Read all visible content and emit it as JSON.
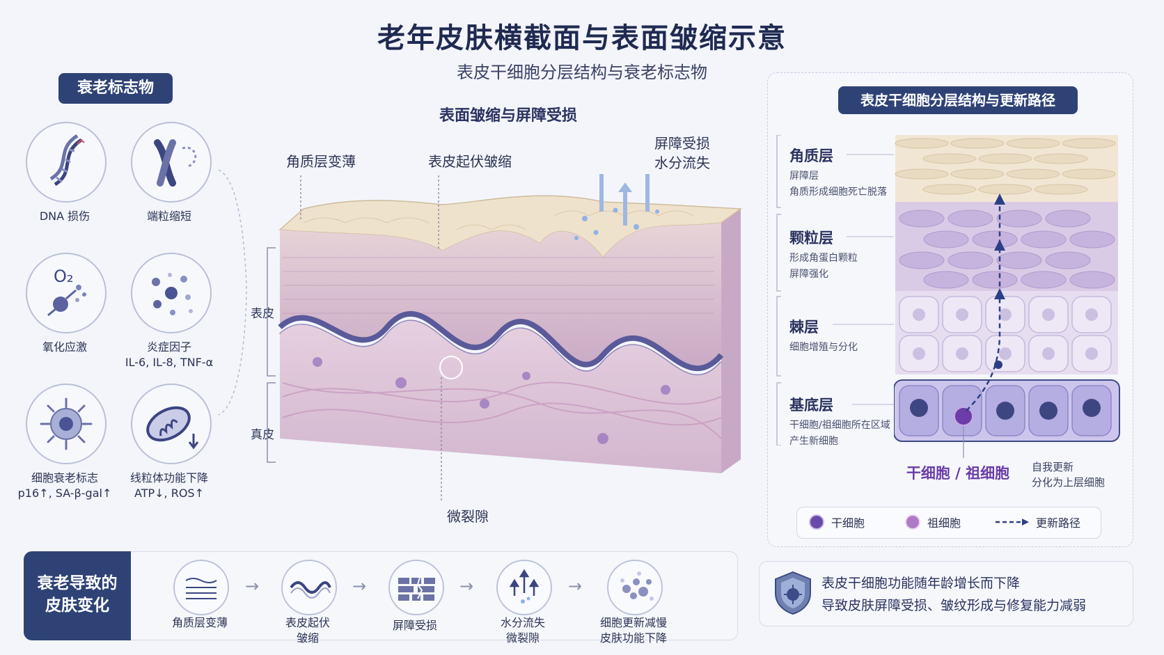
{
  "title": "老年皮肤横截面与表面皱缩示意",
  "subtitle": "表皮干细胞分层结构与衰老标志物",
  "markers": {
    "heading": "衰老标志物",
    "items": [
      {
        "label": "DNA 损伤",
        "sub": "",
        "icon": "dna-icon"
      },
      {
        "label": "端粒缩短",
        "sub": "",
        "icon": "chromosome-icon"
      },
      {
        "label": "氧化应激",
        "sub": "",
        "icon": "oxygen-radical-icon",
        "symbol": "O₂"
      },
      {
        "label": "炎症因子",
        "sub": "IL-6, IL-8, TNF-α",
        "icon": "cytokine-dots-icon"
      },
      {
        "label": "细胞衰老标志",
        "sub": "p16↑, SA-β-gal↑",
        "icon": "senescent-cell-icon"
      },
      {
        "label": "线粒体功能下降",
        "sub": "ATP↓, ROS↑",
        "icon": "mitochondria-icon"
      }
    ]
  },
  "cross_section": {
    "heading": "表面皱缩与屏障受损",
    "annotations": {
      "stratum_thinning": "角质层变薄",
      "surface_wrinkle": "表皮起伏皱缩",
      "barrier_damage_line1": "屏障受损",
      "barrier_damage_line2": "水分流失",
      "microcrack": "微裂隙"
    },
    "layer_labels": {
      "epidermis": "表皮",
      "dermis": "真皮"
    }
  },
  "stem_panel": {
    "heading": "表皮干细胞分层结构与更新路径",
    "layers": [
      {
        "name": "角质层",
        "desc": [
          "屏障层",
          "角质形成细胞死亡脱落"
        ]
      },
      {
        "name": "颗粒层",
        "desc": [
          "形成角蛋白颗粒",
          "屏障强化"
        ]
      },
      {
        "name": "棘层",
        "desc": [
          "细胞增殖与分化"
        ]
      },
      {
        "name": "基底层",
        "desc": [
          "干细胞/祖细胞所在区域",
          "产生新细胞"
        ]
      }
    ],
    "stem_label": "干细胞 / 祖细胞",
    "renewal_note": [
      "自我更新",
      "分化为上层细胞"
    ],
    "legend": [
      {
        "label": "干细胞",
        "icon": "stem-cell-icon",
        "color": "#6a4aa8"
      },
      {
        "label": "祖细胞",
        "icon": "progenitor-cell-icon",
        "color": "#b07ac8"
      },
      {
        "label": "更新路径",
        "icon": "dashed-arrow-icon",
        "color": "#2c3f86"
      }
    ]
  },
  "bottom_flow": {
    "heading_line1": "衰老导致的",
    "heading_line2": "皮肤变化",
    "steps": [
      {
        "lines": [
          "角质层变薄"
        ],
        "icon": "thin-layer-icon"
      },
      {
        "lines": [
          "表皮起伏",
          "皱缩"
        ],
        "icon": "wave-icon"
      },
      {
        "lines": [
          "屏障受损"
        ],
        "icon": "broken-brick-icon"
      },
      {
        "lines": [
          "水分流失",
          "微裂隙"
        ],
        "icon": "water-loss-icon"
      },
      {
        "lines": [
          "细胞更新减慢",
          "皮肤功能下降"
        ],
        "icon": "cell-cluster-icon"
      }
    ]
  },
  "summary": {
    "line1": "表皮干细胞功能随年龄增长而下降",
    "line2": "导致皮肤屏障受损、皱纹形成与修复能力减弱",
    "icon": "shield-icon"
  }
}
